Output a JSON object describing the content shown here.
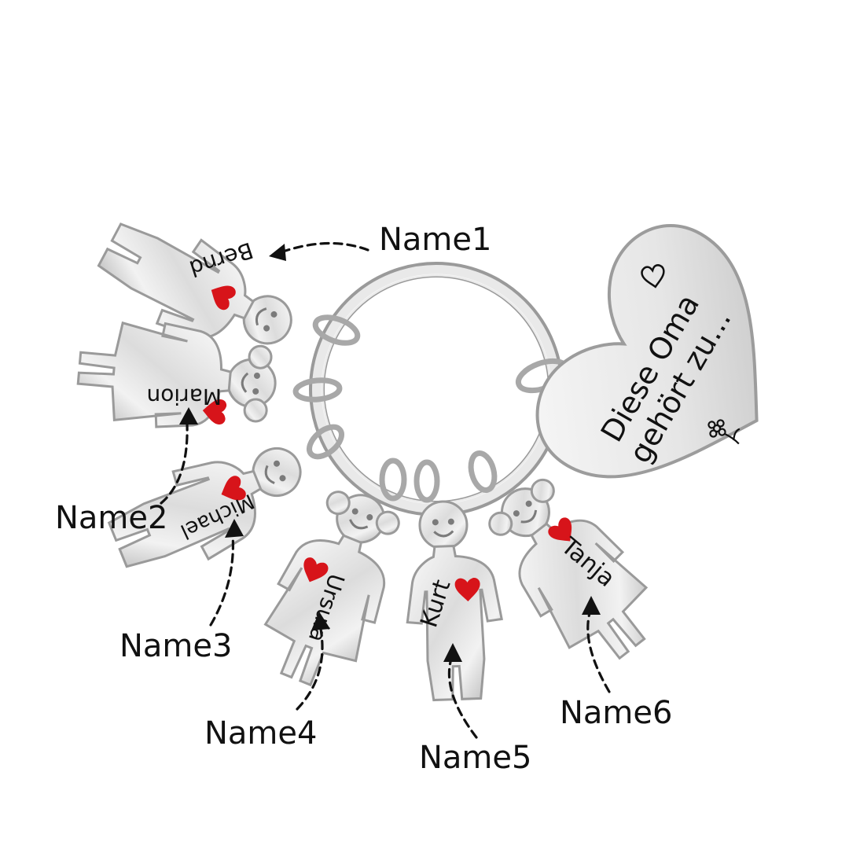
{
  "tag": {
    "line1": "Diese Oma",
    "line2": "gehört zu...",
    "heart_icon": "heart-outline-icon",
    "flower_icon": "flower-icon"
  },
  "charms": [
    {
      "engraving": "Bernd",
      "label": "Name1",
      "figure": "boy"
    },
    {
      "engraving": "Marion",
      "label": "Name2",
      "figure": "girl"
    },
    {
      "engraving": "Michael",
      "label": "Name3",
      "figure": "boy"
    },
    {
      "engraving": "Ursula",
      "label": "Name4",
      "figure": "girl"
    },
    {
      "engraving": "Kurt",
      "label": "Name5",
      "figure": "boy"
    },
    {
      "engraving": "Tanja",
      "label": "Name6",
      "figure": "girl"
    }
  ],
  "colors": {
    "metal_light": "#f4f4f4",
    "metal_mid": "#c9c9c9",
    "metal_dark": "#8a8a8a",
    "heart_red": "#d7141a",
    "text": "#111111",
    "background": "#ffffff"
  }
}
